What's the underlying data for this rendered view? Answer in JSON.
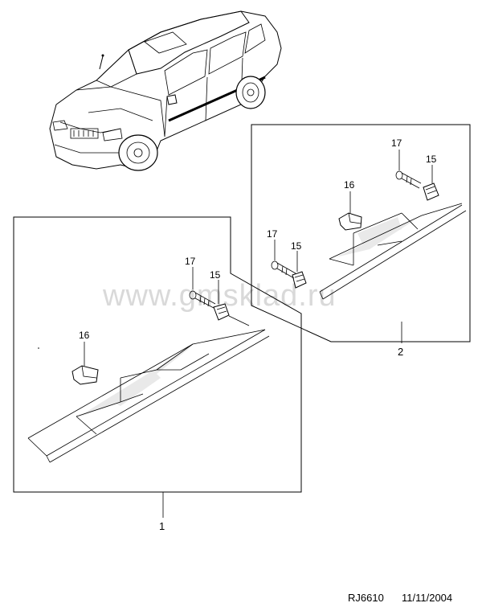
{
  "watermark": "www.gmsklad.ru",
  "footer": {
    "code": "RJ6610",
    "date": "11/11/2004"
  },
  "callouts": {
    "left_panel": "1",
    "right_panel": "2",
    "left_screw": "17",
    "left_clip": "15",
    "left_retainer": "16",
    "right_screw": "17",
    "right_clip": "15",
    "right_retainer": "16",
    "right_upper_screw": "17",
    "right_upper_clip": "15"
  }
}
